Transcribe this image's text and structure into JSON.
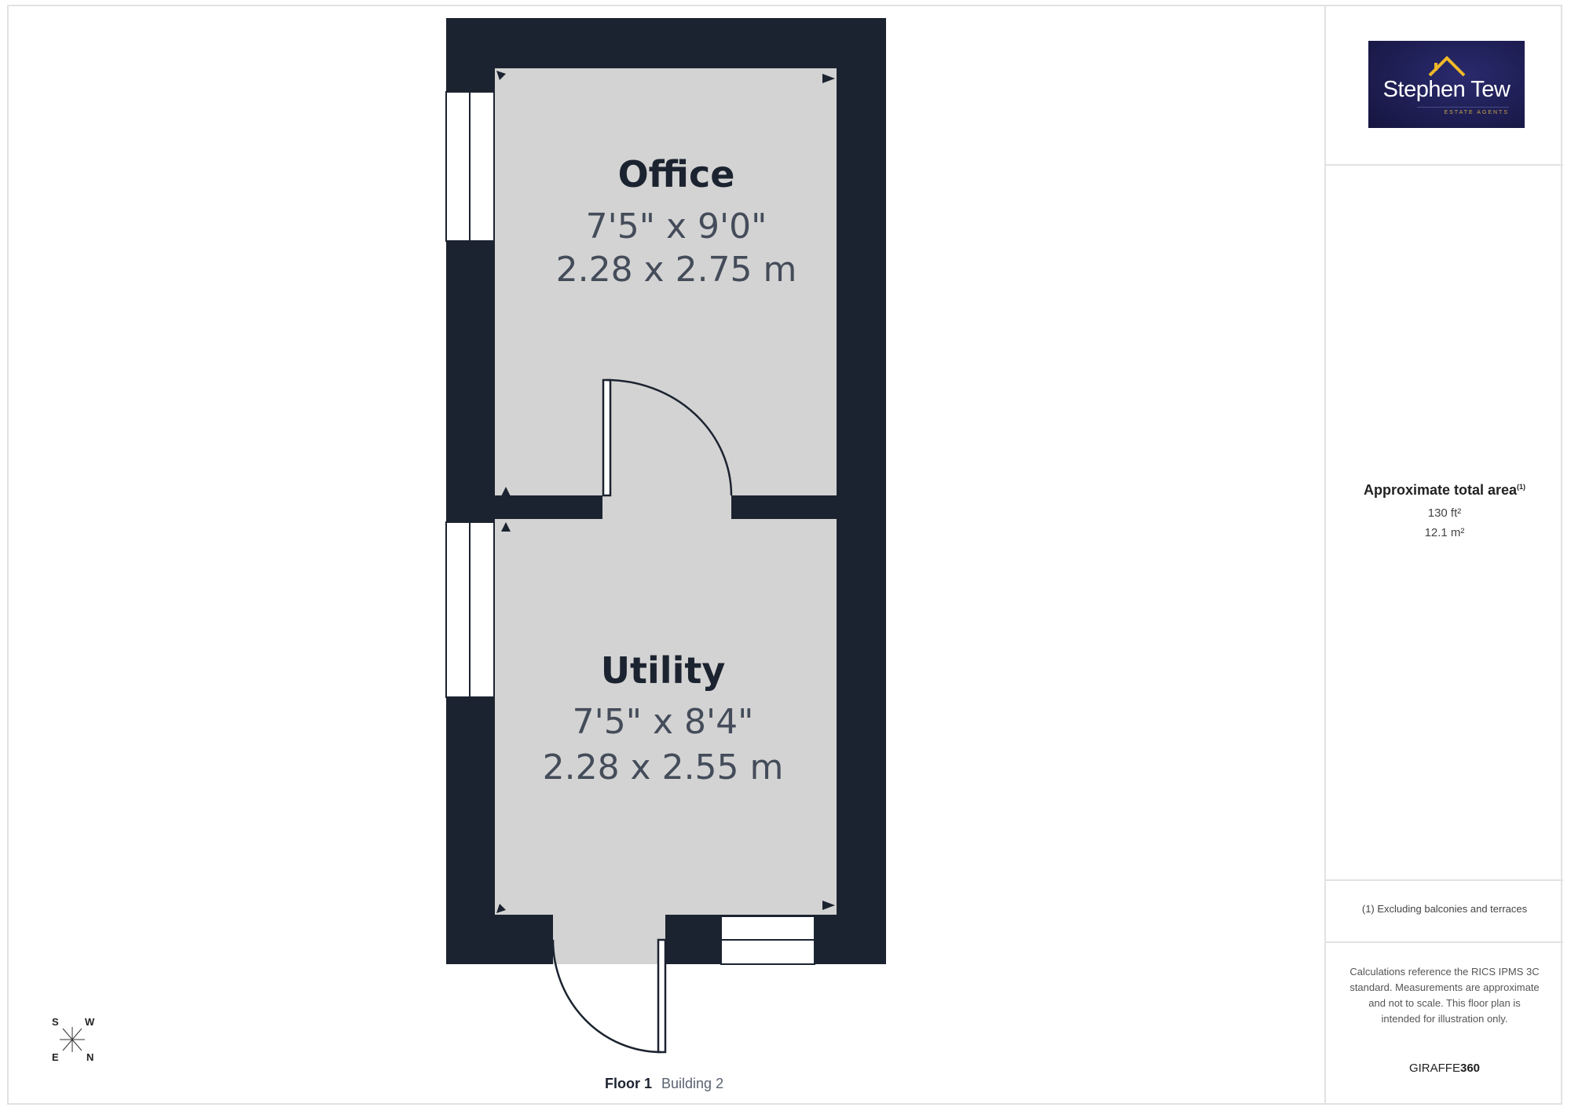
{
  "brand": {
    "name": "Stephen Tew",
    "tagline": "ESTATE AGENTS",
    "colors": {
      "logo_bg": "#1a1a4e",
      "roof": "#f0b928"
    }
  },
  "rooms": [
    {
      "name": "Office",
      "imperial": "7'5\" x 9'0\"",
      "metric": "2.28 x 2.75 m"
    },
    {
      "name": "Utility",
      "imperial": "7'5\" x 8'4\"",
      "metric": "2.28 x 2.55 m"
    }
  ],
  "area": {
    "title": "Approximate total area",
    "footnote_mark": "(1)",
    "imperial": "130 ft²",
    "metric": "12.1 m²"
  },
  "footnote": "(1) Excluding balconies and terraces",
  "disclaimer": "Calculations reference the RICS IPMS 3C standard. Measurements are approximate and not to scale. This floor plan is intended for illustration only.",
  "credit": {
    "prefix": "GIRAFFE",
    "suffix": "360"
  },
  "floor": {
    "label": "Floor 1",
    "building": "Building 2"
  },
  "compass": {
    "nw": "S",
    "ne": "W",
    "sw": "E",
    "se": "N"
  },
  "colors": {
    "wall": "#1c2330",
    "floor": "#d3d3d3"
  }
}
